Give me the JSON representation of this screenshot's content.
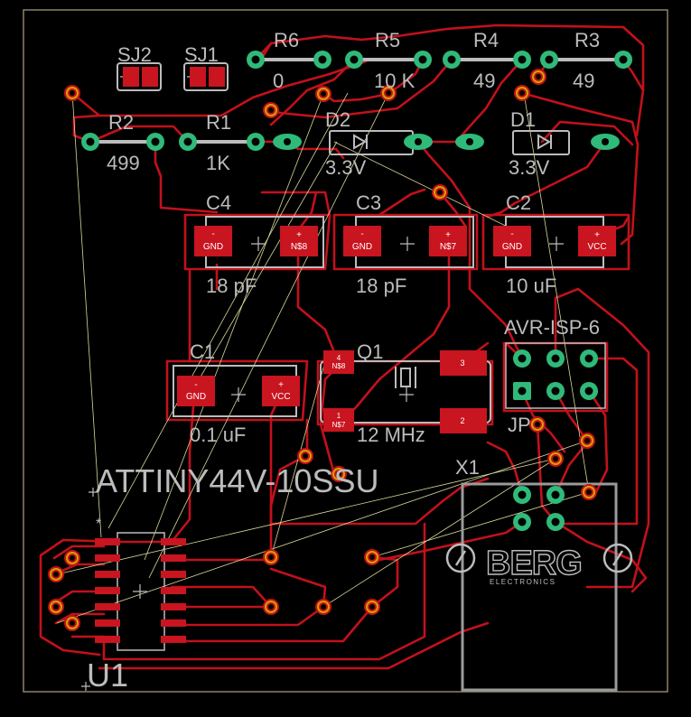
{
  "board": {
    "labels": {
      "sj2": "SJ2",
      "sj1": "SJ1",
      "r6": "R6",
      "r6_val": "0",
      "r5": "R5",
      "r5_val": "10 K",
      "r4": "R4",
      "r4_val": "49",
      "r3": "R3",
      "r3_val": "49",
      "r2": "R2",
      "r2_val": "499",
      "r1": "R1",
      "r1_val": "1K",
      "d2": "D2",
      "d2_val": "3.3V",
      "d1": "D1",
      "d1_val": "3.3V",
      "c4": "C4",
      "c4_val": "18 pF",
      "c3": "C3",
      "c3_val": "18 pF",
      "c2": "C2",
      "c2_val": "10 uF",
      "c1": "C1",
      "c1_val": "0.1 uF",
      "q1": "Q1",
      "q1_val": "12 MHz",
      "avr": "AVR-ISP-6",
      "jp": "JP",
      "x1": "X1",
      "attiny": "ATTINY44V-10SSU",
      "u1": "U1",
      "berg": "BERG",
      "berg_sub": "ELECTRONICS"
    },
    "pads": {
      "gnd": "GND",
      "n8": "N$8",
      "n7": "N$7",
      "vcc": "VCC",
      "minus": "-",
      "plus": "+",
      "q_4": "4",
      "q_1": "1",
      "q_3": "3",
      "q_2": "2",
      "q_n8": "N$8",
      "q_n7": "N$7"
    },
    "colors": {
      "background": "#000000",
      "trace": "#c2111b",
      "pad": "#c8151f",
      "via_ring": "#d6a000",
      "thru_hole": "#2fba7a",
      "silk": "#bcbcbc",
      "airwire": "#d8d89a",
      "frame": "#8a8468"
    },
    "icons": [
      "pcb-board",
      "via-icon",
      "thru-hole-pad-icon",
      "diode-symbol-icon",
      "crystal-symbol-icon",
      "berg-logo-icon"
    ]
  }
}
